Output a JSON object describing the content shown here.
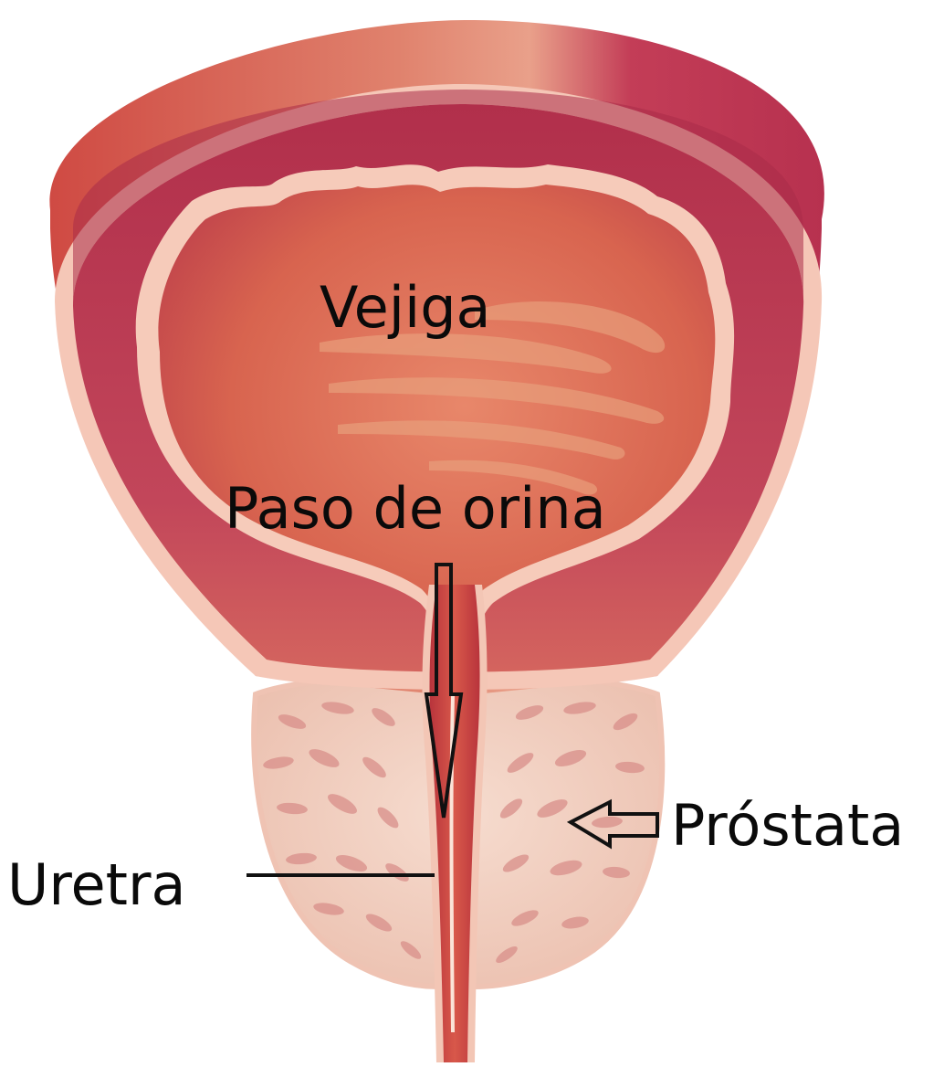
{
  "diagram": {
    "labels": {
      "bladder": "Vejiga",
      "urine_flow": "Paso de orina",
      "urethra": "Uretra",
      "prostate": "Próstata"
    },
    "colors": {
      "outer_wall": "#b9364f",
      "outer_wall_top": "#c94a4c",
      "muscle_layer": "#c43e58",
      "membrane": "#f7cdbd",
      "lumen": "#d15a4f",
      "lumen_light": "#e58a6e",
      "urethra": "#c5443e",
      "prostate": "#f1cdbe",
      "prostate_ducts": "#d98f8a"
    }
  }
}
